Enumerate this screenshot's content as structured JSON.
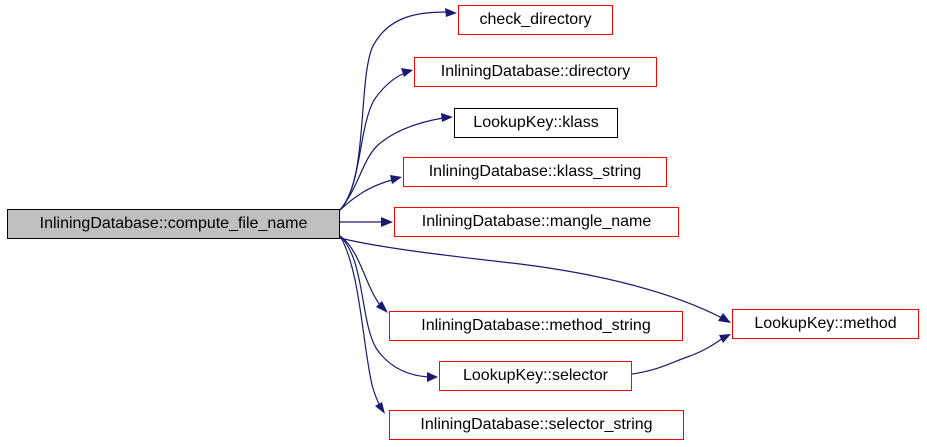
{
  "graph": {
    "edge_color": "#191970",
    "root": {
      "label": "InliningDatabase::compute_file_name",
      "fill": "#bfbfbf",
      "border": "#000000"
    },
    "nodes": {
      "check_directory": {
        "label": "check_directory",
        "border": "#ff0000"
      },
      "directory": {
        "label": "InliningDatabase::directory",
        "border": "#ff0000"
      },
      "klass": {
        "label": "LookupKey::klass",
        "border": "#000000"
      },
      "klass_string": {
        "label": "InliningDatabase::klass_string",
        "border": "#ff0000"
      },
      "mangle_name": {
        "label": "InliningDatabase::mangle_name",
        "border": "#ff0000"
      },
      "method_string": {
        "label": "InliningDatabase::method_string",
        "border": "#ff0000"
      },
      "selector": {
        "label": "LookupKey::selector",
        "border": "#ff0000"
      },
      "selector_string": {
        "label": "InliningDatabase::selector_string",
        "border": "#ff0000"
      },
      "method": {
        "label": "LookupKey::method",
        "border": "#ff0000"
      }
    },
    "edges": [
      {
        "from": "root",
        "to": "check_directory"
      },
      {
        "from": "root",
        "to": "directory"
      },
      {
        "from": "root",
        "to": "klass"
      },
      {
        "from": "root",
        "to": "klass_string"
      },
      {
        "from": "root",
        "to": "mangle_name"
      },
      {
        "from": "root",
        "to": "method"
      },
      {
        "from": "root",
        "to": "method_string"
      },
      {
        "from": "root",
        "to": "selector"
      },
      {
        "from": "root",
        "to": "selector_string"
      },
      {
        "from": "selector",
        "to": "method"
      }
    ]
  }
}
